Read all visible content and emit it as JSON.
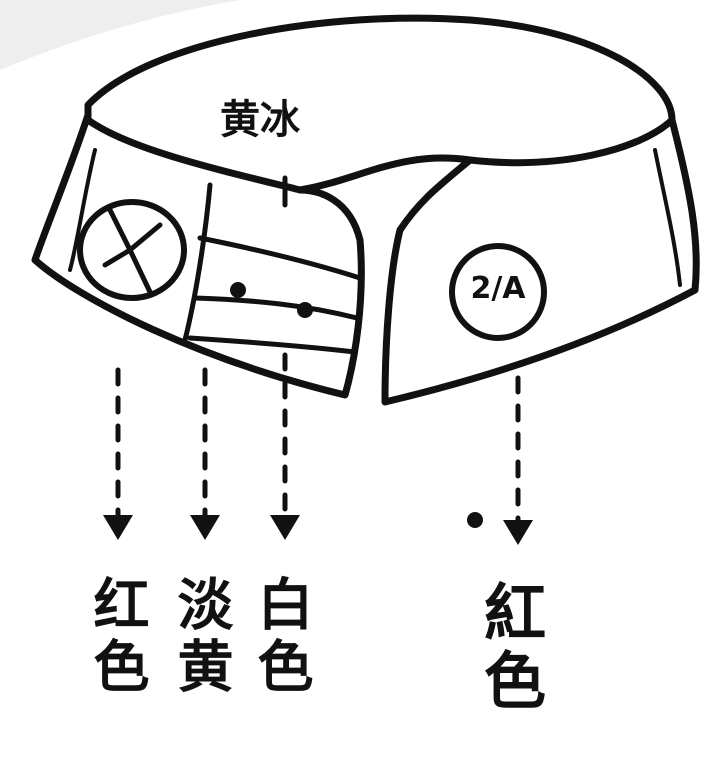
{
  "labels": {
    "top": "黄冰",
    "badge": "2/A",
    "color_1": "红色",
    "color_2": "淡黄",
    "color_3": "白色",
    "color_4": "紅色"
  }
}
